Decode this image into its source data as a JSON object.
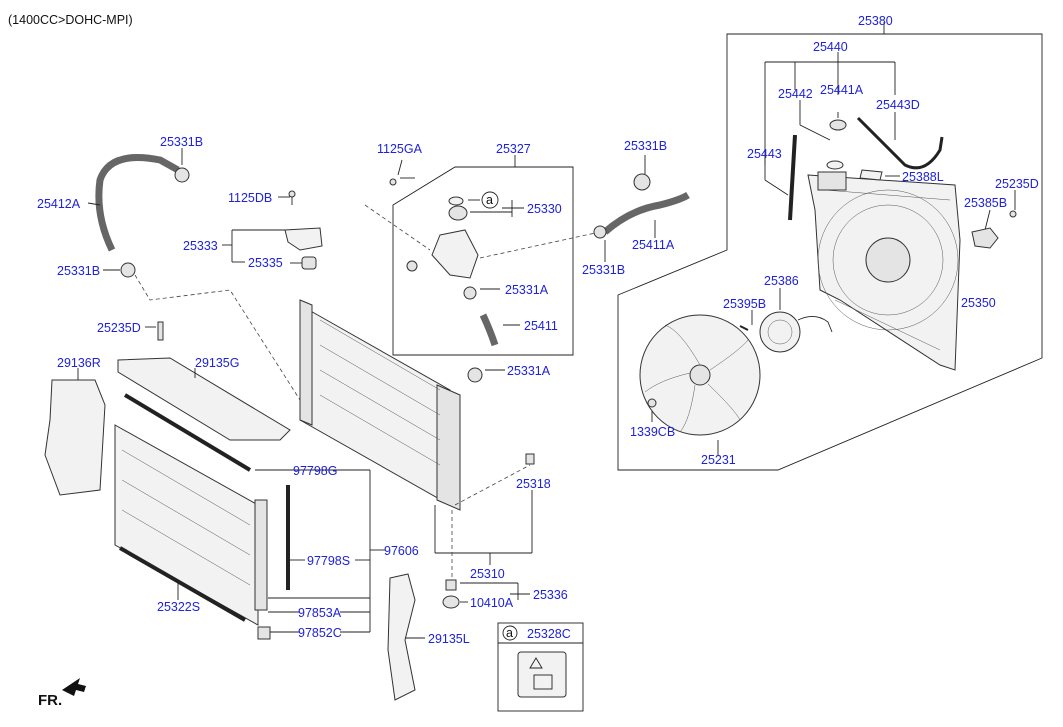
{
  "header": "(1400CC>DOHC-MPI)",
  "fr_label": "FR.",
  "callout_letter": "a",
  "labels": {
    "l25380": "25380",
    "l25440": "25440",
    "l25441A": "25441A",
    "l25442": "25442",
    "l25443D": "25443D",
    "l25443": "25443",
    "l25388L": "25388L",
    "l25235D_r": "25235D",
    "l25385B": "25385B",
    "l25350": "25350",
    "l25386": "25386",
    "l25395B": "25395B",
    "l1339CB": "1339CB",
    "l25231": "25231",
    "l25331B_tl": "25331B",
    "l25412A": "25412A",
    "l25331B_l": "25331B",
    "l1125DB": "1125DB",
    "l25333": "25333",
    "l25335": "25335",
    "l1125GA": "1125GA",
    "l25327": "25327",
    "l25330": "25330",
    "l25331A_in": "25331A",
    "l25411": "25411",
    "l25331B_tm": "25331B",
    "l25411A": "25411A",
    "l25331B_m": "25331B",
    "l25235D_l": "25235D",
    "l29136R": "29136R",
    "l29135G": "29135G",
    "l25331A": "25331A",
    "l97798G": "97798G",
    "l97798S": "97798S",
    "l97606": "97606",
    "l25318": "25318",
    "l25310": "25310",
    "l25336": "25336",
    "l10410A": "10410A",
    "l25322S": "25322S",
    "l97853A": "97853A",
    "l97852C": "97852C",
    "l29135L": "29135L",
    "l25328C": "25328C"
  }
}
